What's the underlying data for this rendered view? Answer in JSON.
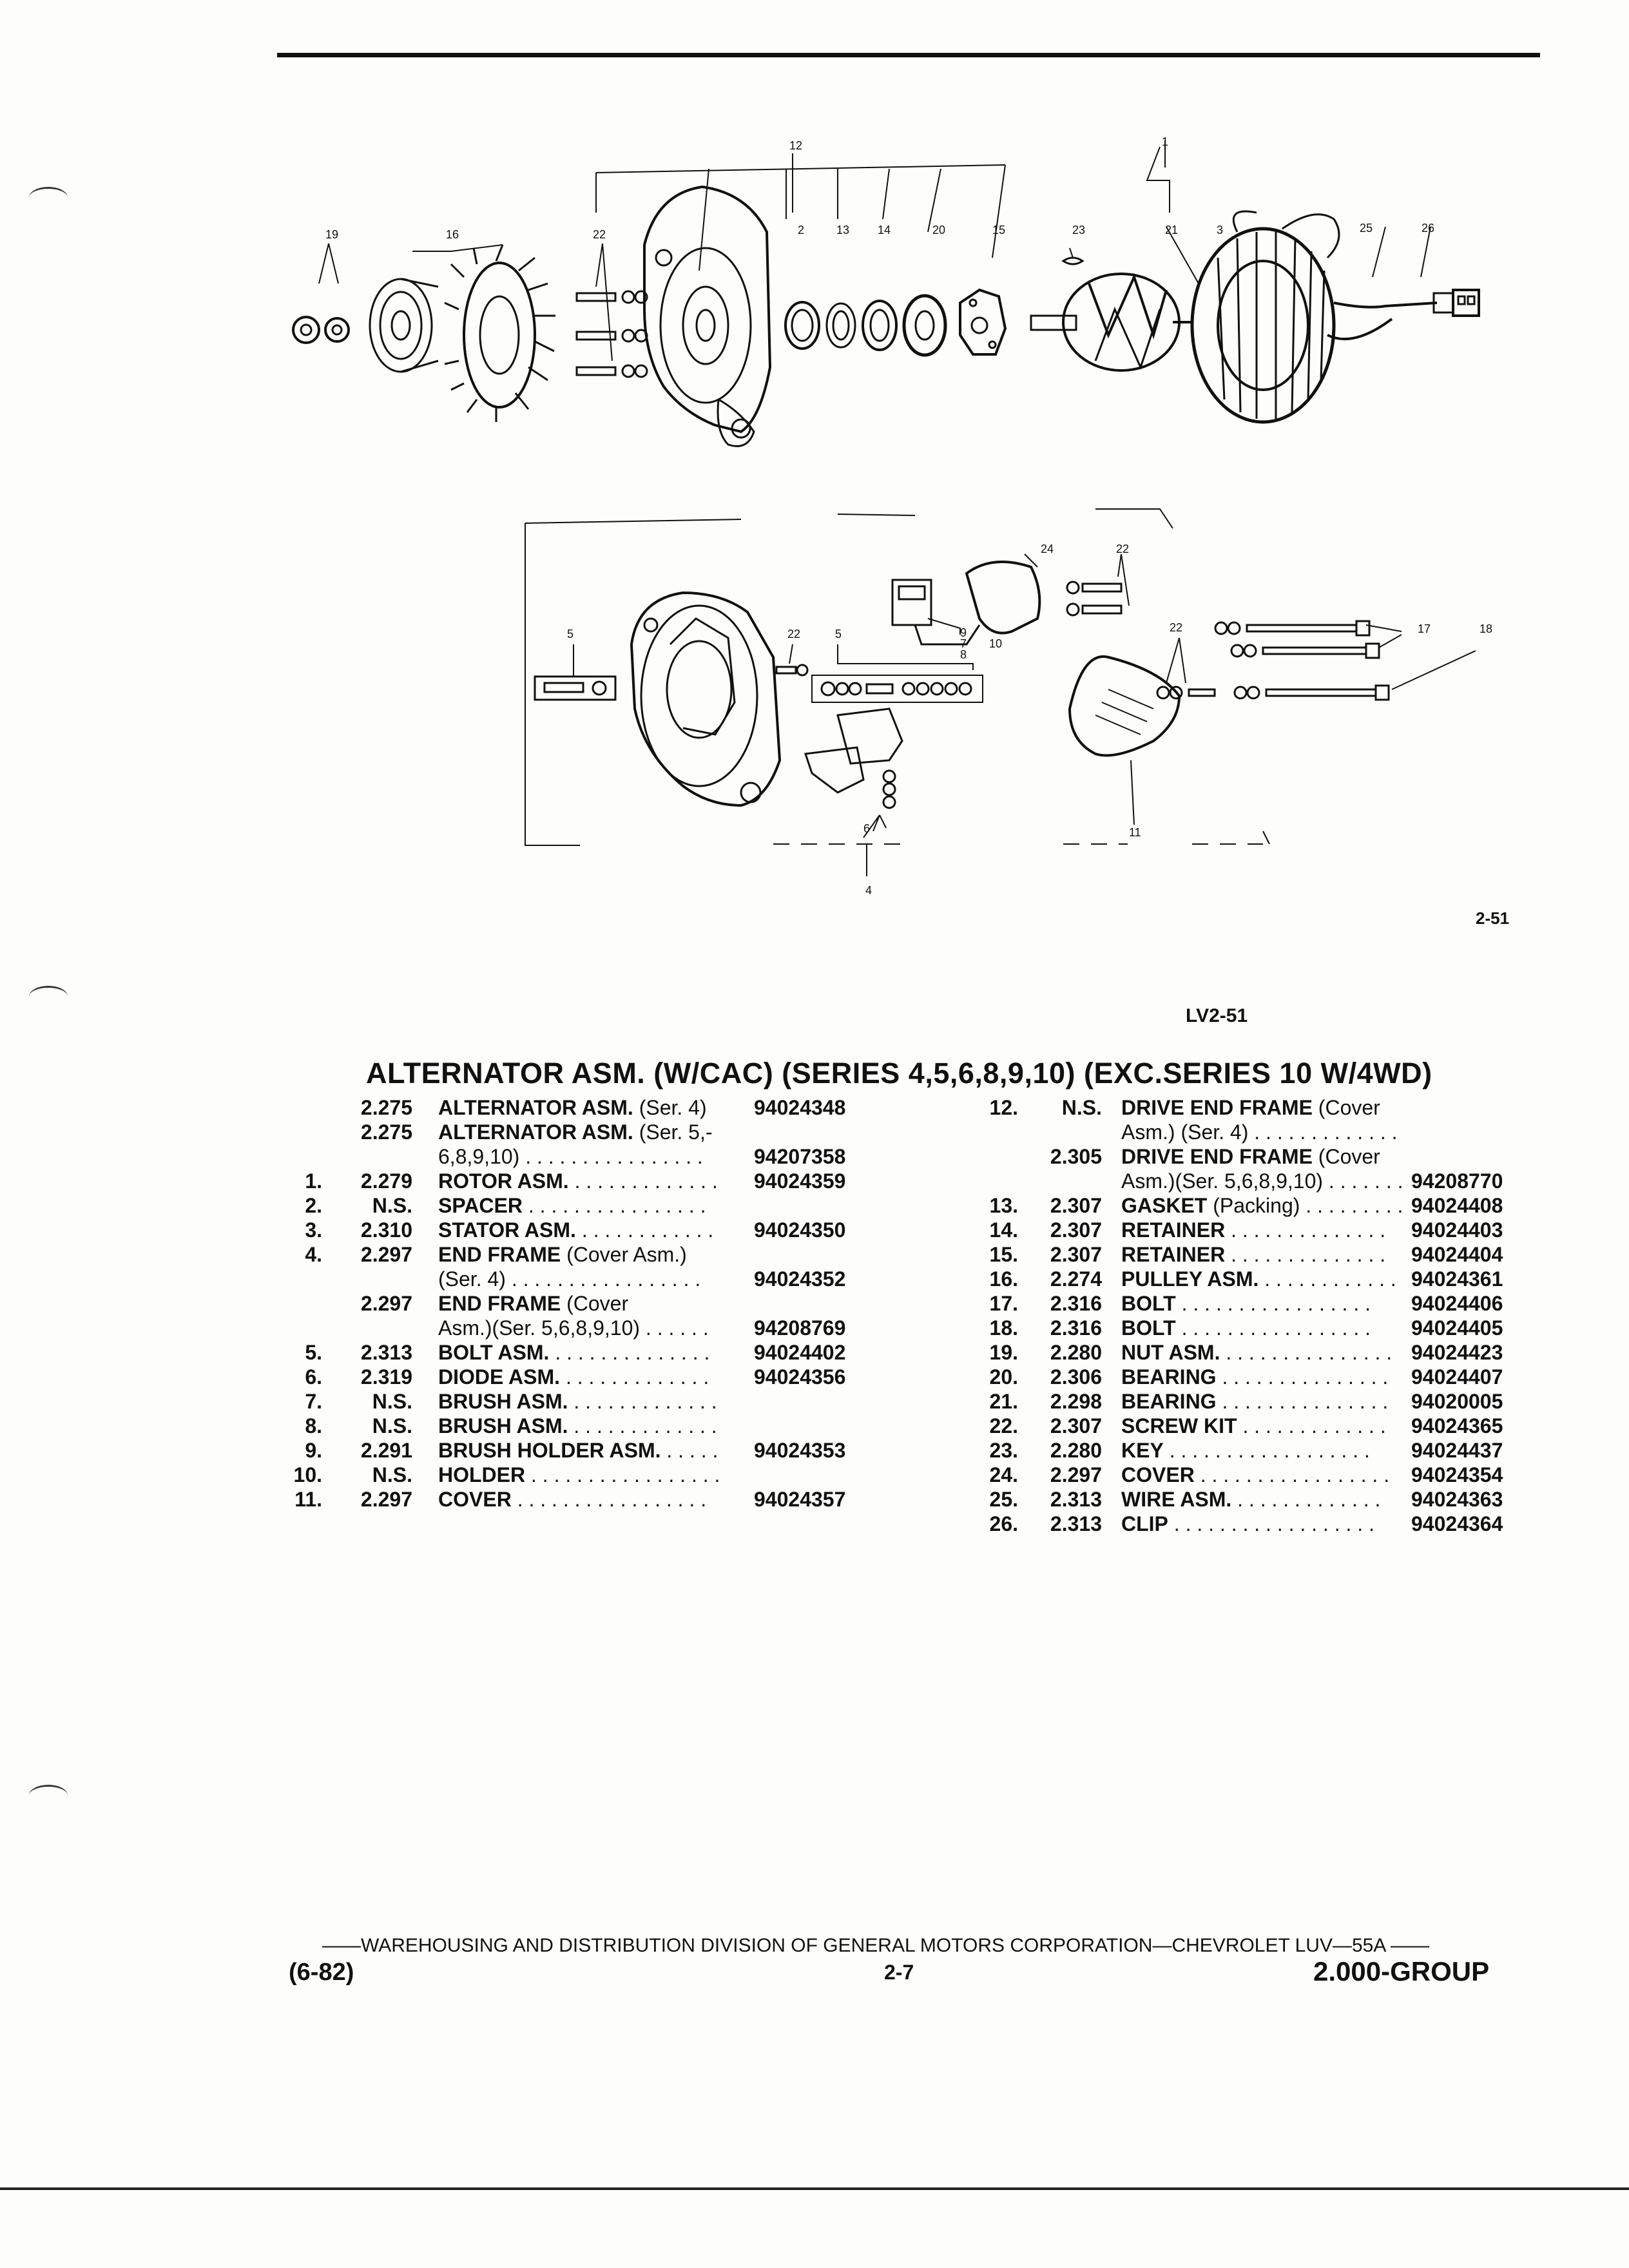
{
  "figure": {
    "page_code": "2-51",
    "figure_id": "LV2-51",
    "callouts_top": [
      "12",
      "1",
      "19",
      "16",
      "22",
      "2",
      "13",
      "14",
      "20",
      "15",
      "23",
      "21",
      "3",
      "25",
      "26"
    ],
    "callouts_bottom": [
      "24",
      "22",
      "5",
      "22",
      "5",
      "9",
      "7",
      "10",
      "8",
      "22",
      "17",
      "18",
      "6",
      "11",
      "4"
    ]
  },
  "section": {
    "title": "ALTERNATOR ASM. (W/CAC) (SERIES 4,5,6,8,9,10) (EXC.SERIES 10 W/4WD)"
  },
  "parts_left": [
    {
      "num": "",
      "grp": "2.275",
      "desc": "ALTERNATOR ASM.",
      "note": " (Ser. 4)",
      "dots": "",
      "pn": "94024348"
    },
    {
      "num": "",
      "grp": "2.275",
      "desc": "ALTERNATOR ASM.",
      "note": " (Ser. 5,-",
      "dots": "",
      "pn": ""
    },
    {
      "num": "",
      "grp": "",
      "desc": "",
      "note": "6,8,9,10)",
      "dots": " . . . . . . . . . . . . . . . .",
      "pn": "94207358"
    },
    {
      "num": "1.",
      "grp": "2.279",
      "desc": "ROTOR ASM.",
      "note": "",
      "dots": " . . . . . . . . . . . . .",
      "pn": "94024359"
    },
    {
      "num": "2.",
      "grp": "N.S.",
      "desc": "SPACER",
      "note": "",
      "dots": " . . . . . . . . . . . . . . . .",
      "pn": ""
    },
    {
      "num": "3.",
      "grp": "2.310",
      "desc": "STATOR ASM.",
      "note": "",
      "dots": " . . . . . . . . . . . .",
      "pn": "94024350"
    },
    {
      "num": "4.",
      "grp": "2.297",
      "desc": "END FRAME",
      "note": " (Cover Asm.)",
      "dots": "",
      "pn": ""
    },
    {
      "num": "",
      "grp": "",
      "desc": "",
      "note": "(Ser. 4)",
      "dots": " . . . . . . . . . . . . . . . . .",
      "pn": "94024352"
    },
    {
      "num": "",
      "grp": "2.297",
      "desc": "END FRAME",
      "note": " (Cover",
      "dots": "",
      "pn": ""
    },
    {
      "num": "",
      "grp": "",
      "desc": "",
      "note": "Asm.)(Ser. 5,6,8,9,10)",
      "dots": " . . . . . .",
      "pn": "94208769"
    },
    {
      "num": "5.",
      "grp": "2.313",
      "desc": "BOLT ASM.",
      "note": "",
      "dots": " . . . . . . . . . . . . . .",
      "pn": "94024402"
    },
    {
      "num": "6.",
      "grp": "2.319",
      "desc": "DIODE ASM.",
      "note": "",
      "dots": " . . . . . . . . . . . . .",
      "pn": "94024356"
    },
    {
      "num": "7.",
      "grp": "N.S.",
      "desc": "BRUSH ASM.",
      "note": "",
      "dots": " . . . . . . . . . . . . .",
      "pn": ""
    },
    {
      "num": "8.",
      "grp": "N.S.",
      "desc": "BRUSH ASM.",
      "note": "",
      "dots": " . . . . . . . . . . . . .",
      "pn": ""
    },
    {
      "num": "9.",
      "grp": "2.291",
      "desc": "BRUSH HOLDER ASM.",
      "note": "",
      "dots": " . . . . .",
      "pn": "94024353"
    },
    {
      "num": "10.",
      "grp": "N.S.",
      "desc": "HOLDER",
      "note": "",
      "dots": " . . . . . . . . . . . . . . . . .",
      "pn": ""
    },
    {
      "num": "11.",
      "grp": "2.297",
      "desc": "COVER",
      "note": "",
      "dots": " . . . . . . . . . . . . . . . . .",
      "pn": "94024357"
    }
  ],
  "parts_right": [
    {
      "num": "12.",
      "grp": "N.S.",
      "desc": "DRIVE END FRAME",
      "note": " (Cover",
      "dots": "",
      "pn": ""
    },
    {
      "num": "",
      "grp": "",
      "desc": "",
      "note": "Asm.) (Ser. 4)",
      "dots": " . . . . . . . . . . . . .",
      "pn": ""
    },
    {
      "num": "",
      "grp": "2.305",
      "desc": "DRIVE END FRAME",
      "note": " (Cover",
      "dots": "",
      "pn": ""
    },
    {
      "num": "",
      "grp": "",
      "desc": "",
      "note": "Asm.)(Ser. 5,6,8,9,10)",
      "dots": " . . . . . . .",
      "pn": "94208770"
    },
    {
      "num": "13.",
      "grp": "2.307",
      "desc": "GASKET",
      "note": " (Packing)",
      "dots": " . . . . . . . . .",
      "pn": "94024408"
    },
    {
      "num": "14.",
      "grp": "2.307",
      "desc": "RETAINER",
      "note": "",
      "dots": " . . . . . . . . . . . . . .",
      "pn": "94024403"
    },
    {
      "num": "15.",
      "grp": "2.307",
      "desc": "RETAINER",
      "note": "",
      "dots": " . . . . . . . . . . . . . .",
      "pn": "94024404"
    },
    {
      "num": "16.",
      "grp": "2.274",
      "desc": "PULLEY ASM.",
      "note": "",
      "dots": " . . . . . . . . . . . .",
      "pn": "94024361"
    },
    {
      "num": "17.",
      "grp": "2.316",
      "desc": "BOLT",
      "note": "",
      "dots": " . . . . . . . . . . . . . . . . .",
      "pn": "94024406"
    },
    {
      "num": "18.",
      "grp": "2.316",
      "desc": "BOLT",
      "note": "",
      "dots": " . . . . . . . . . . . . . . . . .",
      "pn": "94024405"
    },
    {
      "num": "19.",
      "grp": "2.280",
      "desc": "NUT ASM.",
      "note": "",
      "dots": " . . . . . . . . . . . . . . .",
      "pn": "94024423"
    },
    {
      "num": "20.",
      "grp": "2.306",
      "desc": "BEARING",
      "note": "",
      "dots": " . . . . . . . . . . . . . . .",
      "pn": "94024407"
    },
    {
      "num": "21.",
      "grp": "2.298",
      "desc": "BEARING",
      "note": "",
      "dots": " . . . . . . . . . . . . . . .",
      "pn": "94020005"
    },
    {
      "num": "22.",
      "grp": "2.307",
      "desc": "SCREW KIT",
      "note": "",
      "dots": " . . . . . . . . . . . . .",
      "pn": "94024365"
    },
    {
      "num": "23.",
      "grp": "2.280",
      "desc": "KEY",
      "note": "",
      "dots": " . . . . . . . . . . . . . . . . . .",
      "pn": "94024437"
    },
    {
      "num": "24.",
      "grp": "2.297",
      "desc": "COVER",
      "note": "",
      "dots": " . . . . . . . . . . . . . . . . .",
      "pn": "94024354"
    },
    {
      "num": "25.",
      "grp": "2.313",
      "desc": "WIRE ASM.",
      "note": "",
      "dots": " . . . . . . . . . . . . .",
      "pn": "94024363"
    },
    {
      "num": "26.",
      "grp": "2.313",
      "desc": "CLIP",
      "note": "",
      "dots": " . . . . . . . . . . . . . . . . . .",
      "pn": "94024364"
    }
  ],
  "footer": {
    "line": "——WAREHOUSING AND DISTRIBUTION DIVISION OF GENERAL MOTORS CORPORATION—CHEVROLET LUV—55A ——",
    "date": "(6-82)",
    "page": "2-7",
    "group": "2.000-GROUP"
  }
}
